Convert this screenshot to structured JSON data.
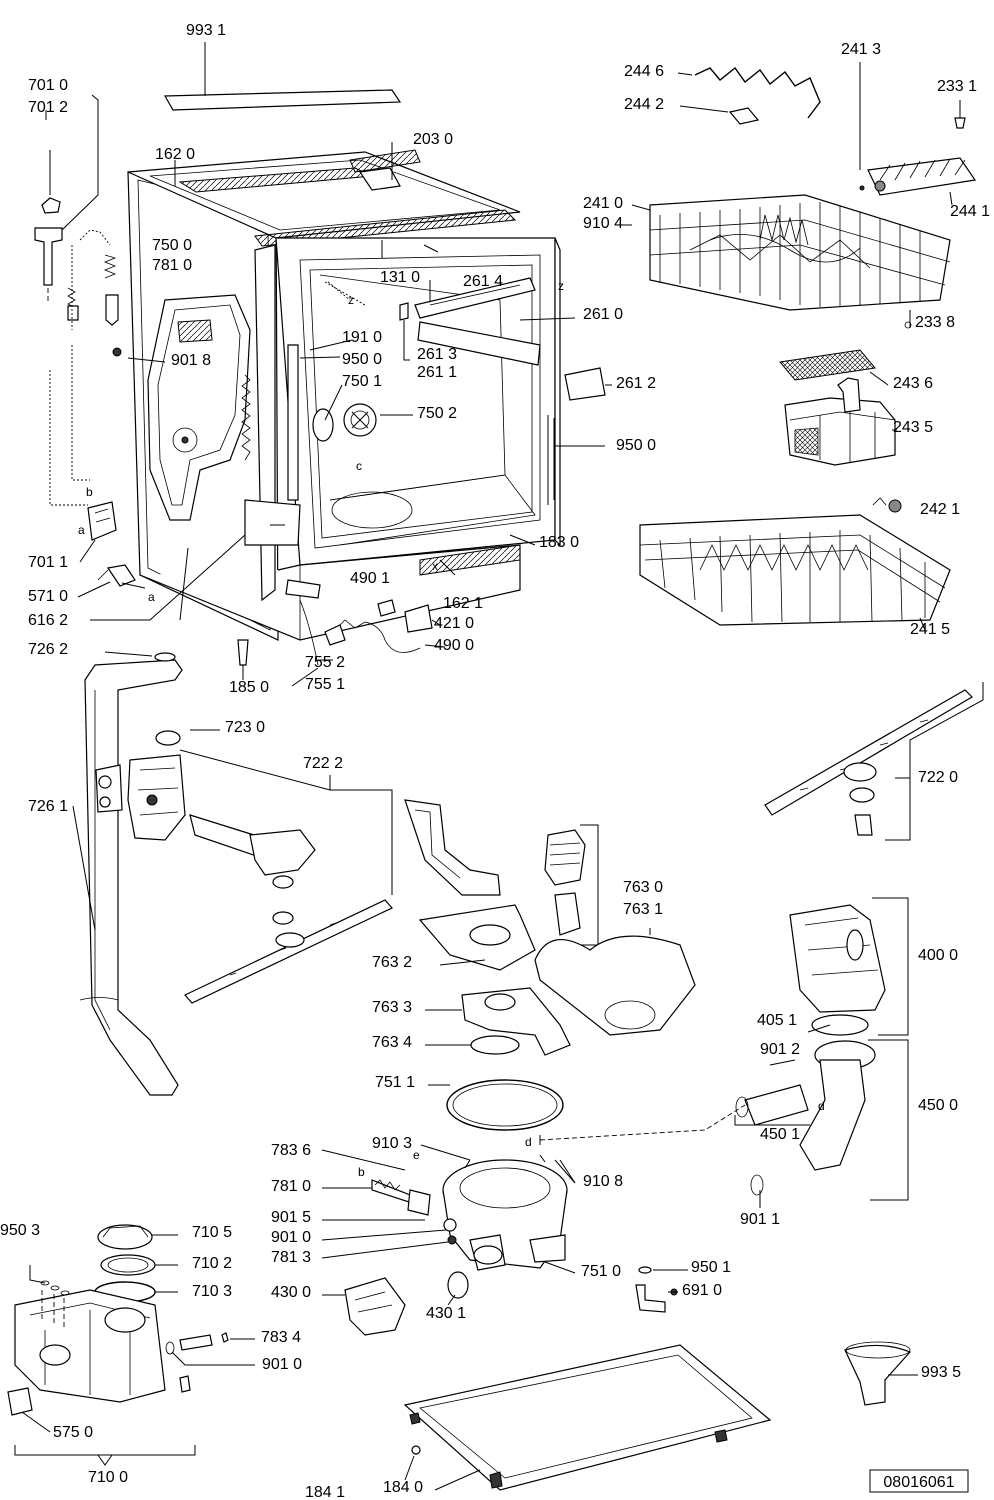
{
  "document_code": "08016061",
  "callouts": [
    {
      "id": "993-1",
      "text": "993 1"
    },
    {
      "id": "701-0",
      "text": "701 0"
    },
    {
      "id": "701-2",
      "text": "701 2"
    },
    {
      "id": "203-0",
      "text": "203 0"
    },
    {
      "id": "162-0",
      "text": "162 0"
    },
    {
      "id": "244-6",
      "text": "244 6"
    },
    {
      "id": "241-3",
      "text": "241 3"
    },
    {
      "id": "233-1",
      "text": "233 1"
    },
    {
      "id": "244-2",
      "text": "244 2"
    },
    {
      "id": "244-1",
      "text": "244 1"
    },
    {
      "id": "241-0",
      "text": "241 0"
    },
    {
      "id": "910-4",
      "text": "910 4"
    },
    {
      "id": "750-0",
      "text": "750 0"
    },
    {
      "id": "781-0-top",
      "text": "781 0"
    },
    {
      "id": "131-0",
      "text": "131 0"
    },
    {
      "id": "261-4",
      "text": "261 4"
    },
    {
      "id": "261-0",
      "text": "261 0"
    },
    {
      "id": "233-8",
      "text": "233 8"
    },
    {
      "id": "191-0",
      "text": "191 0"
    },
    {
      "id": "950-0-a",
      "text": "950 0"
    },
    {
      "id": "261-3",
      "text": "261 3"
    },
    {
      "id": "261-1",
      "text": "261 1"
    },
    {
      "id": "901-8",
      "text": "901 8"
    },
    {
      "id": "750-1",
      "text": "750 1"
    },
    {
      "id": "261-2",
      "text": "261 2"
    },
    {
      "id": "243-6",
      "text": "243 6"
    },
    {
      "id": "750-2",
      "text": "750 2"
    },
    {
      "id": "243-5",
      "text": "243 5"
    },
    {
      "id": "950-0-b",
      "text": "950 0"
    },
    {
      "id": "242-1",
      "text": "242 1"
    },
    {
      "id": "183-0",
      "text": "183 0"
    },
    {
      "id": "701-1",
      "text": "701 1"
    },
    {
      "id": "490-1",
      "text": "490 1"
    },
    {
      "id": "571-0",
      "text": "571 0"
    },
    {
      "id": "162-1",
      "text": "162 1"
    },
    {
      "id": "616-2",
      "text": "616 2"
    },
    {
      "id": "421-0",
      "text": "421 0"
    },
    {
      "id": "241-5",
      "text": "241 5"
    },
    {
      "id": "726-2",
      "text": "726 2"
    },
    {
      "id": "490-0",
      "text": "490 0"
    },
    {
      "id": "755-2",
      "text": "755 2"
    },
    {
      "id": "185-0",
      "text": "185 0"
    },
    {
      "id": "755-1",
      "text": "755 1"
    },
    {
      "id": "723-0",
      "text": "723 0"
    },
    {
      "id": "722-2",
      "text": "722 2"
    },
    {
      "id": "722-0",
      "text": "722 0"
    },
    {
      "id": "726-1",
      "text": "726 1"
    },
    {
      "id": "763-0",
      "text": "763 0"
    },
    {
      "id": "763-1",
      "text": "763 1"
    },
    {
      "id": "400-0",
      "text": "400 0"
    },
    {
      "id": "763-2",
      "text": "763 2"
    },
    {
      "id": "763-3",
      "text": "763 3"
    },
    {
      "id": "405-1",
      "text": "405 1"
    },
    {
      "id": "763-4",
      "text": "763 4"
    },
    {
      "id": "901-2",
      "text": "901 2"
    },
    {
      "id": "751-1",
      "text": "751 1"
    },
    {
      "id": "450-0",
      "text": "450 0"
    },
    {
      "id": "450-1",
      "text": "450 1"
    },
    {
      "id": "910-3",
      "text": "910 3"
    },
    {
      "id": "783-6",
      "text": "783 6"
    },
    {
      "id": "910-8",
      "text": "910 8"
    },
    {
      "id": "781-0-bottom",
      "text": "781 0"
    },
    {
      "id": "901-1",
      "text": "901 1"
    },
    {
      "id": "901-5",
      "text": "901 5"
    },
    {
      "id": "950-3",
      "text": "950 3"
    },
    {
      "id": "710-5",
      "text": "710 5"
    },
    {
      "id": "901-0-a",
      "text": "901 0"
    },
    {
      "id": "781-3",
      "text": "781 3"
    },
    {
      "id": "710-2",
      "text": "710 2"
    },
    {
      "id": "751-0",
      "text": "751 0"
    },
    {
      "id": "950-1",
      "text": "950 1"
    },
    {
      "id": "430-0",
      "text": "430 0"
    },
    {
      "id": "710-3",
      "text": "710 3"
    },
    {
      "id": "691-0",
      "text": "691 0"
    },
    {
      "id": "430-1",
      "text": "430 1"
    },
    {
      "id": "783-4",
      "text": "783 4"
    },
    {
      "id": "901-0-b",
      "text": "901 0"
    },
    {
      "id": "993-5",
      "text": "993 5"
    },
    {
      "id": "575-0",
      "text": "575 0"
    },
    {
      "id": "710-0",
      "text": "710 0"
    },
    {
      "id": "184-1",
      "text": "184 1"
    },
    {
      "id": "184-0",
      "text": "184 0"
    }
  ],
  "reference_letters": [
    "b",
    "a",
    "a",
    "z",
    "z",
    "c",
    "x",
    "d",
    "e",
    "b",
    "d"
  ]
}
